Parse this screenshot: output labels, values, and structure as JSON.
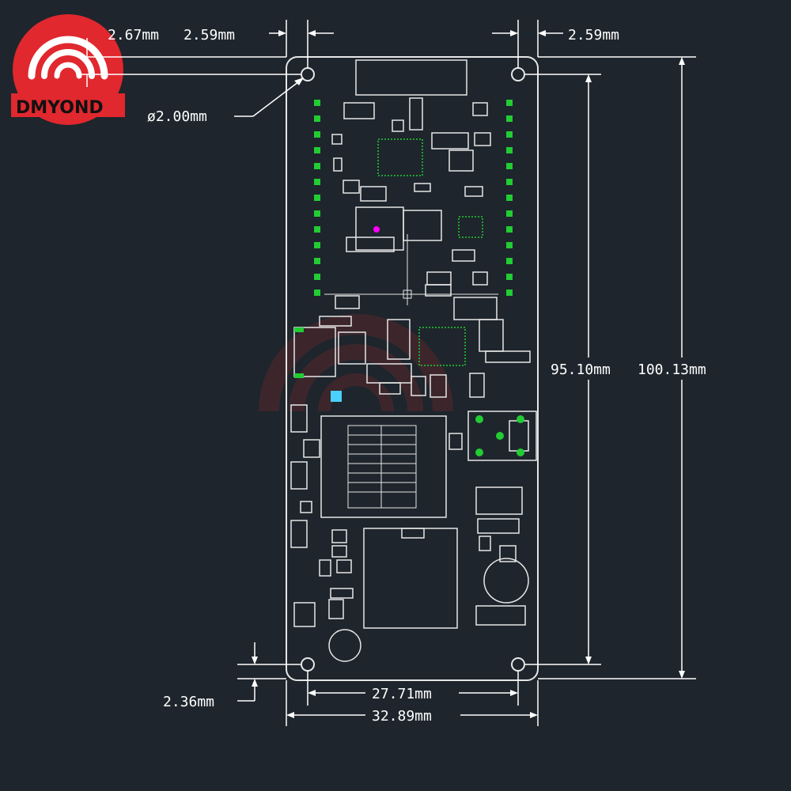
{
  "brand": {
    "logo_text": "DMYOND",
    "logo_color": "#e0282e",
    "logo_icon": "wifi-signal-logo",
    "watermark_icon": "faded-wifi-watermark"
  },
  "dimensions": {
    "hole_offset_top": "2.67mm",
    "hole_offset_left": "2.59mm",
    "hole_offset_right": "2.59mm",
    "hole_diameter": "ø2.00mm",
    "hole_spacing_vertical": "95.10mm",
    "board_length": "100.13mm",
    "hole_offset_bottom": "2.36mm",
    "hole_spacing_horizontal": "27.71mm",
    "board_width": "32.89mm"
  },
  "colors": {
    "background": "#1e252c",
    "board_outline": "#e6e6e6",
    "pad_green": "#22cc33",
    "marker_magenta": "#ff00ff",
    "led_cyan": "#4ad0ff"
  }
}
